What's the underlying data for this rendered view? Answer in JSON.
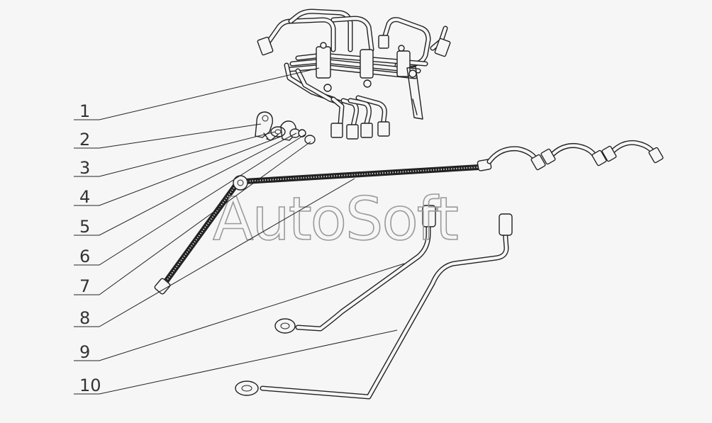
{
  "watermark": "AutoSoft",
  "callouts": [
    {
      "label": "1"
    },
    {
      "label": "2"
    },
    {
      "label": "3"
    },
    {
      "label": "4"
    },
    {
      "label": "5"
    },
    {
      "label": "6"
    },
    {
      "label": "7"
    },
    {
      "label": "8"
    },
    {
      "label": "9"
    },
    {
      "label": "10"
    }
  ],
  "colors": {
    "line": "#222222",
    "background": "#f6f6f6",
    "watermark": "#9a9a9a"
  }
}
